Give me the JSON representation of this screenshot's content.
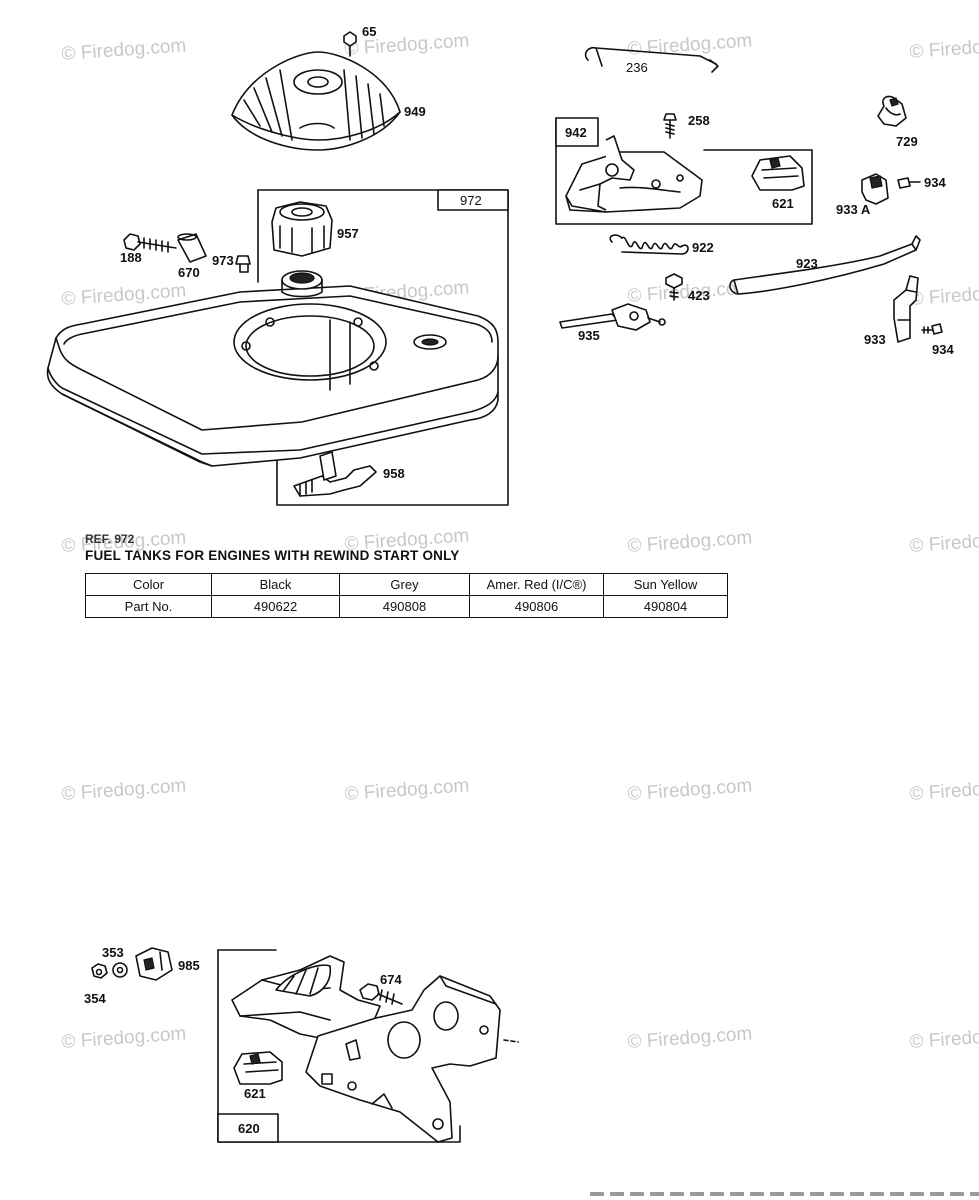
{
  "watermark": "© Firedog.com",
  "ref_text": "REF. 972",
  "caption": "FUEL TANKS FOR ENGINES WITH REWIND START ONLY",
  "table": {
    "headers": [
      "Color",
      "Black",
      "Grey",
      "Amer. Red (I/C®)",
      "Sun Yellow"
    ],
    "row": [
      "Part No.",
      "490622",
      "490808",
      "490806",
      "490804"
    ]
  },
  "labels": {
    "p65": "65",
    "p949": "949",
    "p972": "972",
    "p957": "957",
    "p188": "188",
    "p670": "670",
    "p973": "973",
    "p958": "958",
    "p236": "236",
    "p942": "942",
    "p258": "258",
    "p621a": "621",
    "p729": "729",
    "p934a": "934",
    "p933A": "933 A",
    "p922": "922",
    "p423": "423",
    "p923": "923",
    "p935": "935",
    "p933": "933",
    "p934b": "934",
    "p353": "353",
    "p354": "354",
    "p985": "985",
    "p674": "674",
    "p621b": "621",
    "p620": "620"
  }
}
